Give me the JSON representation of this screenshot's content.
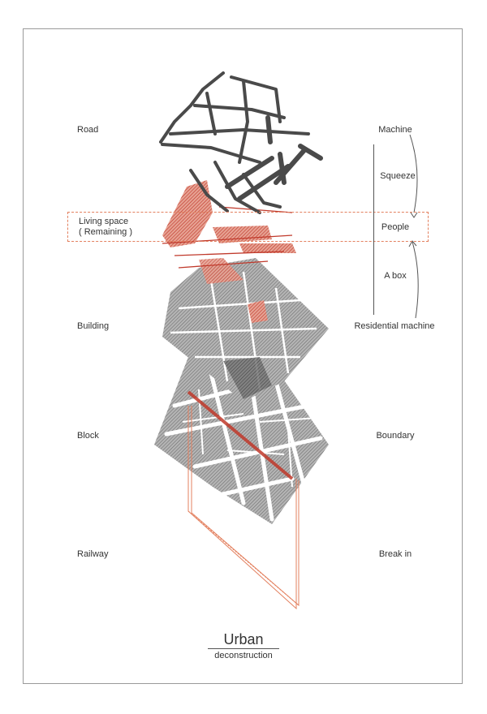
{
  "left_labels": [
    {
      "key": "road",
      "text": "Road"
    },
    {
      "key": "living_1",
      "text": "Living space"
    },
    {
      "key": "living_2",
      "text": "( Remaining )"
    },
    {
      "key": "building",
      "text": "Building"
    },
    {
      "key": "block",
      "text": "Block"
    },
    {
      "key": "railway",
      "text": "Railway"
    }
  ],
  "right_labels": [
    {
      "key": "machine",
      "text": "Machine"
    },
    {
      "key": "squeeze",
      "text": "Squeeze"
    },
    {
      "key": "people",
      "text": "People"
    },
    {
      "key": "abox",
      "text": "A box"
    },
    {
      "key": "residential",
      "text": "Residential machine"
    },
    {
      "key": "boundary",
      "text": "Boundary"
    },
    {
      "key": "breakin",
      "text": "Break in"
    }
  ],
  "title": "Urban",
  "subtitle": "deconstruction",
  "colors": {
    "road": "#4a4a4a",
    "building": "#9b9b9b",
    "accent": "#c0392b",
    "dashed": "#e3805f",
    "frame": "#9a9a9a"
  }
}
